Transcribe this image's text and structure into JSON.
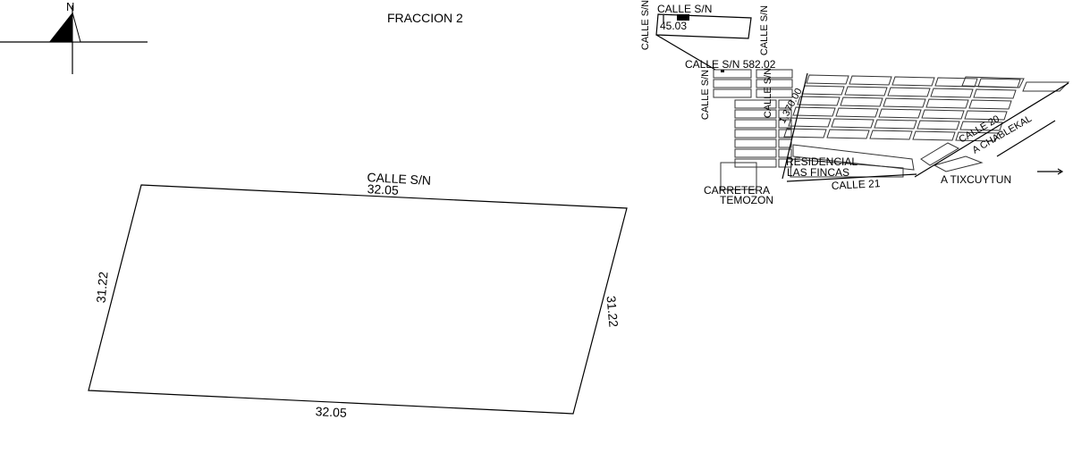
{
  "north_label": "N",
  "title": "FRACCION 2",
  "parcel": {
    "top_street": "CALLE S/N",
    "top_length": "32.05",
    "bottom_length": "32.05",
    "left_length": "31.22",
    "right_length": "31.22"
  },
  "location_map": {
    "inset_top_street": "CALLE S/N",
    "inset_left_street": "CALLE S/N",
    "inset_right_street": "CALLE S/N",
    "inset_distance": "45.03",
    "street_distance_label": "CALLE S/N  582.02",
    "left_street": "CALLE S/N",
    "inner_street": "CALLE S/N",
    "diagonal_distance": "1,370.00",
    "residencial_line1": "RESIDENCIAL",
    "residencial_line2": "LAS FINCAS",
    "calle_20": "CALLE 20",
    "a_chablekal": "A CHABLEKAL",
    "carretera_line1": "CARRETERA",
    "carretera_line2": "TEMOZON",
    "calle_21": "CALLE 21",
    "a_tixcuytun": "A TIXCUYTUN"
  }
}
